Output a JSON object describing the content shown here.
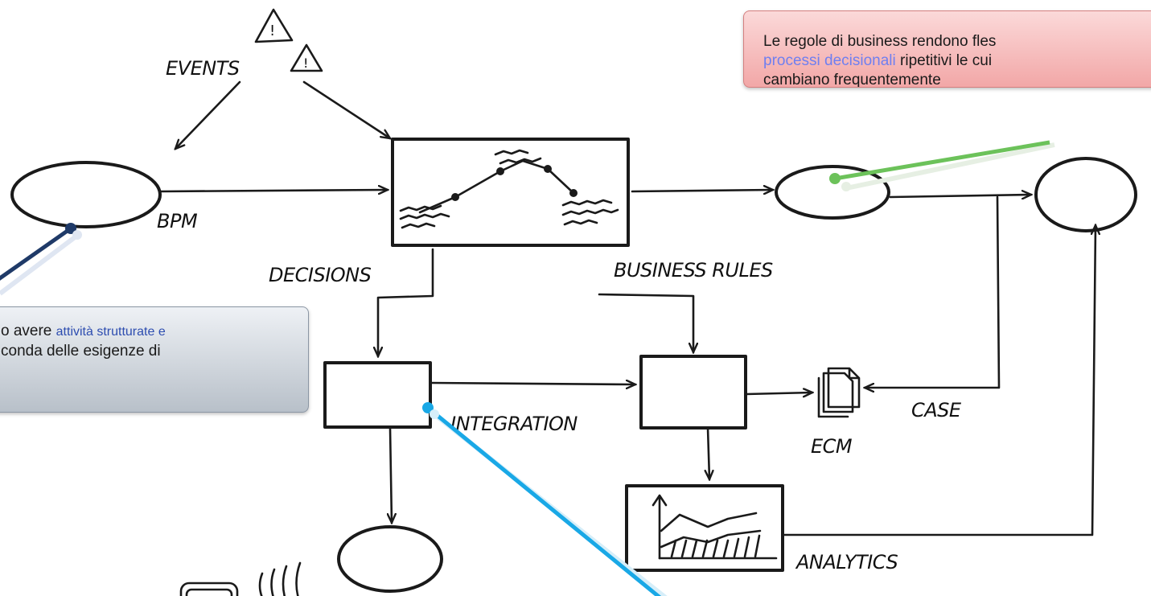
{
  "labels": {
    "events": "EVENTS",
    "bpm": "BPM",
    "decisions": "DECISIONS",
    "business_rules": "BUSINESS RULES",
    "integration": "INTEGRATION",
    "case": "CASE",
    "ecm": "ECM",
    "analytics": "ANALYTICS"
  },
  "callout_business_rules": {
    "line1": "Le regole di business rendono fles",
    "line2_highlight": "processi decisionali",
    "line2_rest": " ripetitivi le cui",
    "line3": "cambiano frequentemente"
  },
  "callout_bpm": {
    "line1_start": "o avere ",
    "line1_highlight": "attività strutturate e",
    "line2": "conda delle esigenze di"
  },
  "colors": {
    "callout_red": "#f2a7a7",
    "callout_gray": "#b8c0c9",
    "pointer_green": "#6cc25a",
    "pointer_navy": "#1f3a68",
    "pointer_cyan": "#19a8e6",
    "highlight_blue": "#6f7ff0",
    "highlight_navy": "#2d4db0"
  }
}
